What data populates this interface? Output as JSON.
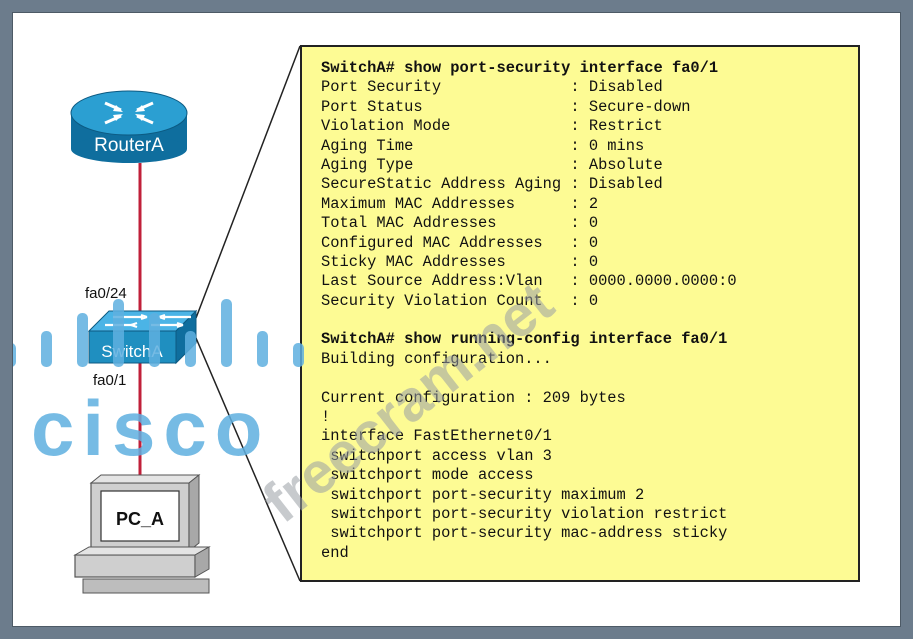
{
  "devices": {
    "router": {
      "label": "RouterA"
    },
    "switch": {
      "label": "SwitchA",
      "port_up": "fa0/24",
      "port_down": "fa0/1"
    },
    "pc": {
      "label": "PC_A"
    }
  },
  "terminal": {
    "lines": [
      {
        "prompt": "SwitchA# ",
        "cmd": "show port-security interface fa0/1"
      },
      {
        "text": "Port Security              : Disabled"
      },
      {
        "text": "Port Status                : Secure-down"
      },
      {
        "text": "Violation Mode             : Restrict"
      },
      {
        "text": "Aging Time                 : 0 mins"
      },
      {
        "text": "Aging Type                 : Absolute"
      },
      {
        "text": "SecureStatic Address Aging : Disabled"
      },
      {
        "text": "Maximum MAC Addresses      : 2"
      },
      {
        "text": "Total MAC Addresses        : 0"
      },
      {
        "text": "Configured MAC Addresses   : 0"
      },
      {
        "text": "Sticky MAC Addresses       : 0"
      },
      {
        "text": "Last Source Address:Vlan   : 0000.0000.0000:0"
      },
      {
        "text": "Security Violation Count   : 0"
      },
      {
        "text": ""
      },
      {
        "prompt": "SwitchA# ",
        "cmd": "show running-config interface fa0/1"
      },
      {
        "text": "Building configuration..."
      },
      {
        "text": ""
      },
      {
        "text": "Current configuration : 209 bytes"
      },
      {
        "text": "!"
      },
      {
        "text": "interface FastEthernet0/1"
      },
      {
        "text": " switchport access vlan 3"
      },
      {
        "text": " switchport mode access"
      },
      {
        "text": " switchport port-security maximum 2"
      },
      {
        "text": " switchport port-security violation restrict"
      },
      {
        "text": " switchport port-security mac-address sticky"
      },
      {
        "text": "end"
      }
    ]
  },
  "watermark": {
    "brand": "cisco",
    "site": "freecram.net"
  },
  "colors": {
    "link": "#c0203a",
    "device_blue": "#1f8fc0",
    "terminal_bg": "#fdfb94",
    "watermark": "#5fb0e0"
  }
}
